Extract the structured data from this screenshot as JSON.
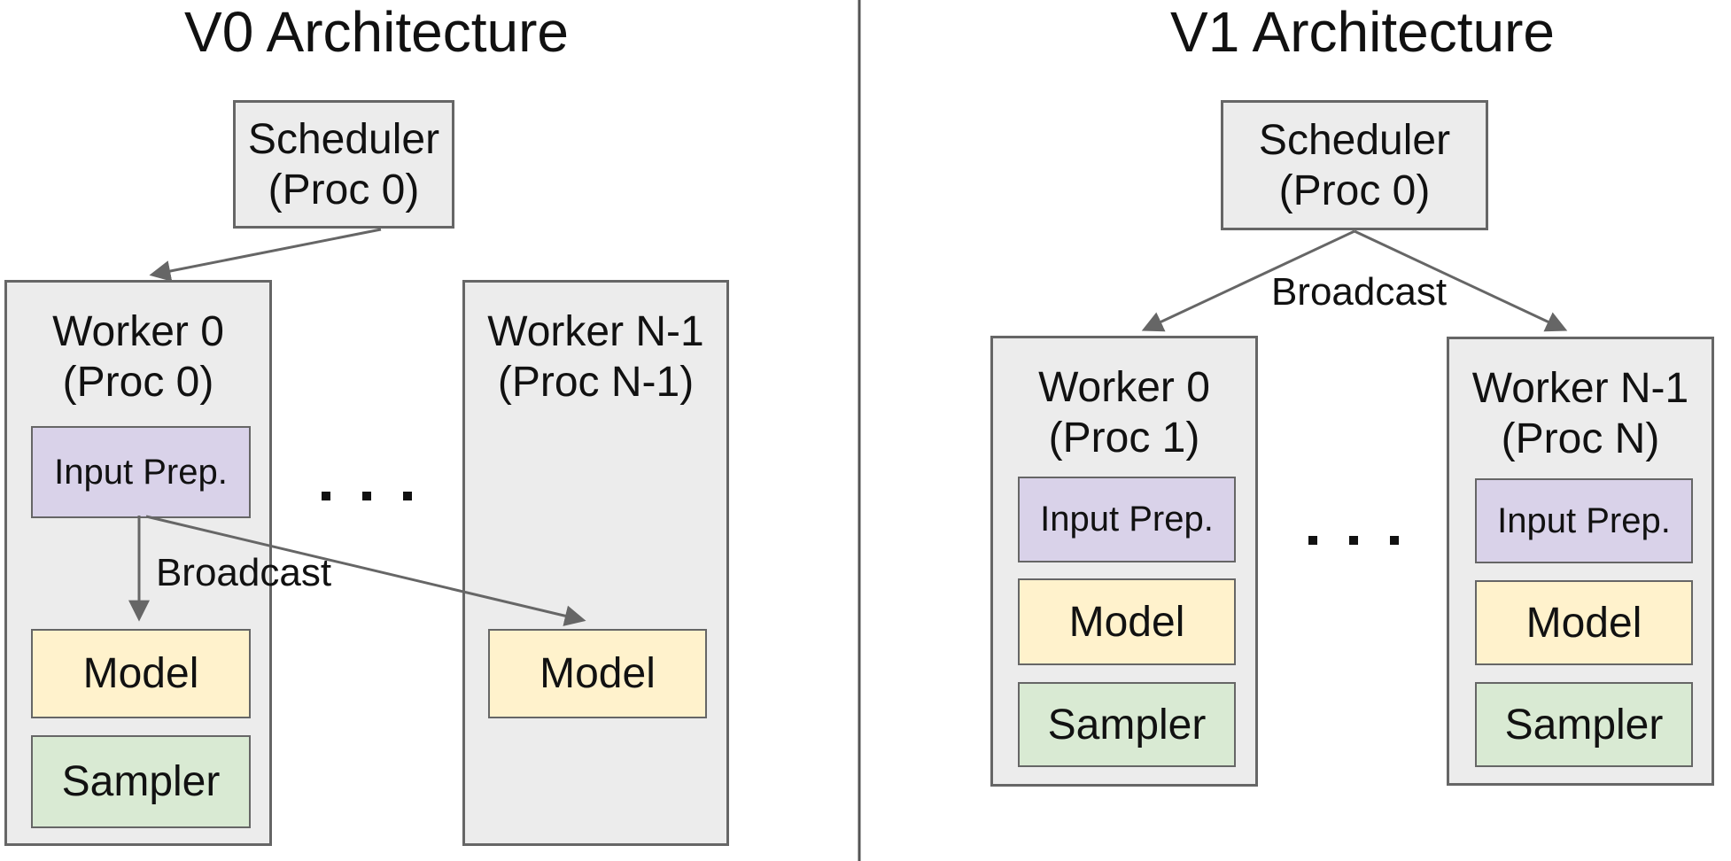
{
  "colors": {
    "canvas_bg": "#ffffff",
    "box_gray": "#ececec",
    "purple": "#d9d2e9",
    "yellow": "#fff2cc",
    "green": "#d9ead3",
    "border_dark": "#666666",
    "arrow_gray": "#666666",
    "divider_gray": "#555555",
    "text_black": "#111111"
  },
  "v0": {
    "title": "V0 Architecture",
    "scheduler": {
      "name": "Scheduler",
      "proc": "(Proc 0)"
    },
    "broadcast_label": "Broadcast",
    "ellipsis": ". . .",
    "worker0": {
      "name": "Worker 0",
      "proc": "(Proc 0)",
      "input_prep": "Input Prep.",
      "model": "Model",
      "sampler": "Sampler"
    },
    "workerN": {
      "name": "Worker N-1",
      "proc": "(Proc N-1)",
      "model": "Model"
    }
  },
  "v1": {
    "title": "V1 Architecture",
    "scheduler": {
      "name": "Scheduler",
      "proc": "(Proc 0)"
    },
    "broadcast_label": "Broadcast",
    "ellipsis": ". . .",
    "worker0": {
      "name": "Worker 0",
      "proc": "(Proc 1)",
      "input_prep": "Input Prep.",
      "model": "Model",
      "sampler": "Sampler"
    },
    "workerN": {
      "name": "Worker N-1",
      "proc": "(Proc N)",
      "input_prep": "Input Prep.",
      "model": "Model",
      "sampler": "Sampler"
    }
  }
}
